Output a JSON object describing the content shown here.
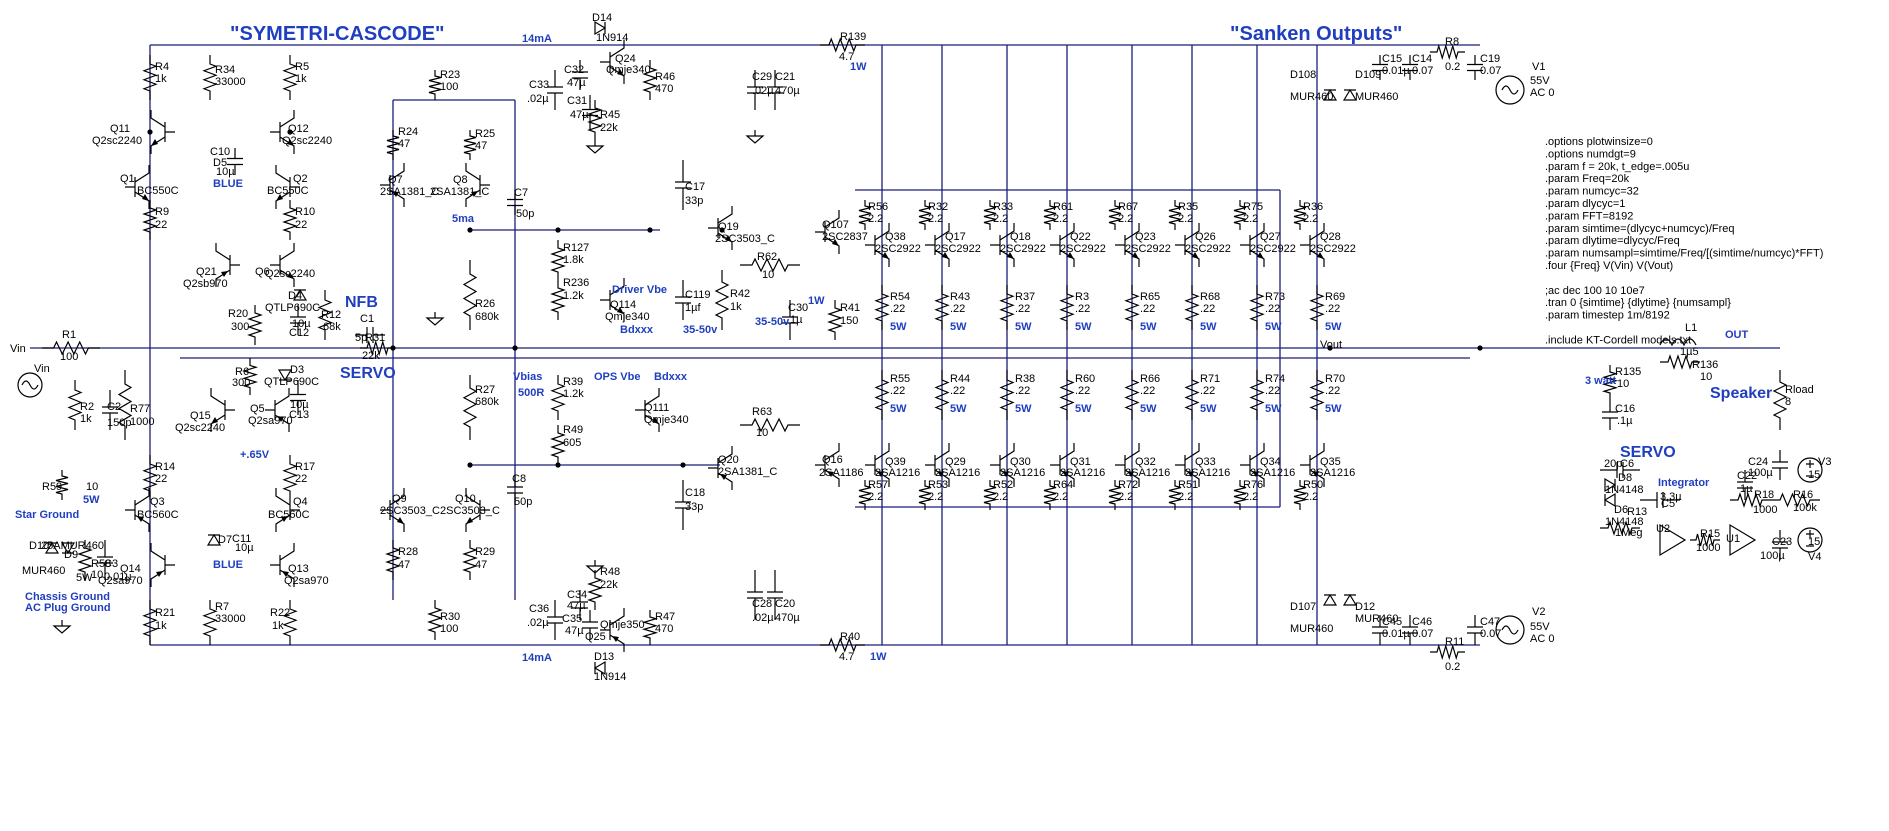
{
  "titles": {
    "main": "\"SYMETRI-CASCODE\"",
    "outputs": "\"Sanken Outputs\"",
    "nfb": "NFB",
    "servo_left": "SERVO",
    "servo_right": "SERVO",
    "speaker": "Speaker"
  },
  "blue_notes": [
    {
      "id": "i14a",
      "text": "14mA"
    },
    {
      "id": "i14b",
      "text": "14mA"
    },
    {
      "id": "ma5",
      "text": "5ma"
    },
    {
      "id": "v3550a",
      "text": "35-50v"
    },
    {
      "id": "v3550b",
      "text": "35-50v"
    },
    {
      "id": "w1a",
      "text": "1W"
    },
    {
      "id": "w1b",
      "text": "1W"
    },
    {
      "id": "w1c",
      "text": "1W"
    },
    {
      "id": "drv",
      "text": "Driver Vbe"
    },
    {
      "id": "bdx1",
      "text": "Bdxxx"
    },
    {
      "id": "bdx2",
      "text": "Bdxxx"
    },
    {
      "id": "vbias",
      "text": "Vbias"
    },
    {
      "id": "r500",
      "text": "500R"
    },
    {
      "id": "opsvbe",
      "text": "OPS Vbe"
    },
    {
      "id": "v065",
      "text": "+.65V"
    },
    {
      "id": "w5",
      "text": "5W"
    },
    {
      "id": "w5b",
      "text": "5W"
    },
    {
      "id": "watt3",
      "text": "3 watt"
    },
    {
      "id": "star",
      "text": "Star Ground"
    },
    {
      "id": "chassis",
      "text": "Chassis Ground"
    },
    {
      "id": "acplug",
      "text": "AC Plug Ground"
    },
    {
      "id": "out",
      "text": "OUT"
    },
    {
      "id": "integ",
      "text": "Integrator"
    },
    {
      "id": "blue1",
      "text": "BLUE"
    },
    {
      "id": "blue2",
      "text": "BLUE"
    }
  ],
  "directives": [
    ".options plotwinsize=0",
    ".options numdgt=9",
    ".param f = 20k, t_edge=.005u",
    ".param Freq=20k",
    ".param numcyc=32",
    ".param dlycyc=1",
    ".param FFT=8192",
    ".param simtime=(dlycyc+numcyc)/Freq",
    ".param dlytime=dlycyc/Freq",
    ".param numsampl=simtime/Freq/[(simtime/numcyc)*FFT)",
    ".four {Freq} V(Vin) V(Vout)",
    "",
    ";ac dec 100 10 10e7",
    ".tran 0 {simtime} {dlytime} {numsampl}",
    " .param timestep 1m/8192",
    "",
    ".include KT-Cordell models.txt"
  ],
  "output_stage": {
    "upper_emitter_r": [
      "R56",
      "R32",
      "R33",
      "R61",
      "R67",
      "R35",
      "R75",
      "R36"
    ],
    "upper_transistors": [
      "Q38",
      "Q17",
      "Q18",
      "Q22",
      "Q23",
      "Q26",
      "Q27",
      "Q28"
    ],
    "upper_ballast": [
      "R54",
      "R43",
      "R37",
      "R3",
      "R65",
      "R68",
      "R73",
      "R69"
    ],
    "lower_ballast": [
      "R55",
      "R44",
      "R38",
      "R60",
      "R66",
      "R71",
      "R74",
      "R70"
    ],
    "lower_transistors": [
      "Q39",
      "Q29",
      "Q30",
      "Q31",
      "Q32",
      "Q33",
      "Q34",
      "Q35"
    ],
    "lower_emitter_r": [
      "R57",
      "R53",
      "R52",
      "R64",
      "R72",
      "R51",
      "R76",
      "R50"
    ],
    "npn_model": "2SC2922",
    "pnp_model": "2SA1216",
    "emitter_value": "2.2",
    "ballast_value": ".22",
    "ballast_power": "5W"
  },
  "labels": [
    {
      "id": "R4",
      "text": "R4"
    },
    {
      "id": "R4v",
      "text": "1k"
    },
    {
      "id": "R34",
      "text": "R34"
    },
    {
      "id": "R34v",
      "text": "33000"
    },
    {
      "id": "R5",
      "text": "R5"
    },
    {
      "id": "R5v",
      "text": "1k"
    },
    {
      "id": "R23",
      "text": "R23"
    },
    {
      "id": "R23v",
      "text": "100"
    },
    {
      "id": "R24",
      "text": "R24"
    },
    {
      "id": "R24v",
      "text": "47"
    },
    {
      "id": "R25",
      "text": "R25"
    },
    {
      "id": "R25v",
      "text": "47"
    },
    {
      "id": "Q11",
      "text": "Q11"
    },
    {
      "id": "Q11m",
      "text": "Q2sc2240"
    },
    {
      "id": "Q12",
      "text": "Q12"
    },
    {
      "id": "Q12m",
      "text": "Q2sc2240"
    },
    {
      "id": "C10",
      "text": "C10"
    },
    {
      "id": "D5",
      "text": "D5"
    },
    {
      "id": "D5v",
      "text": "10µ"
    },
    {
      "id": "Q1",
      "text": "Q1"
    },
    {
      "id": "Q1m",
      "text": "BC550C"
    },
    {
      "id": "Q2",
      "text": "Q2"
    },
    {
      "id": "Q2m",
      "text": "BC550C"
    },
    {
      "id": "R9",
      "text": "R9"
    },
    {
      "id": "R9v",
      "text": "22"
    },
    {
      "id": "R10",
      "text": "R10"
    },
    {
      "id": "R10v",
      "text": "22"
    },
    {
      "id": "Q7",
      "text": "Q7"
    },
    {
      "id": "Q7m",
      "text": "2SA1381_C"
    },
    {
      "id": "Q8",
      "text": "Q8"
    },
    {
      "id": "Q8m",
      "text": "2SA1381_C"
    },
    {
      "id": "C7",
      "text": "C7"
    },
    {
      "id": "C7v",
      "text": "50p"
    },
    {
      "id": "Q21",
      "text": "Q21"
    },
    {
      "id": "Q21m",
      "text": "Q2sb970"
    },
    {
      "id": "Q6",
      "text": "Q6"
    },
    {
      "id": "Q6m",
      "text": "Q2sc2240"
    },
    {
      "id": "D4",
      "text": "D4"
    },
    {
      "id": "D4m",
      "text": "QTLP690C"
    },
    {
      "id": "R12",
      "text": "R12"
    },
    {
      "id": "R12v",
      "text": "68k"
    },
    {
      "id": "C12",
      "text": "C12"
    },
    {
      "id": "C12v",
      "text": "10µ"
    },
    {
      "id": "R20",
      "text": "R20"
    },
    {
      "id": "R20v",
      "text": "300"
    },
    {
      "id": "C1",
      "text": "C1"
    },
    {
      "id": "C1v",
      "text": "5p"
    },
    {
      "id": "R31",
      "text": "R31"
    },
    {
      "id": "R31v",
      "text": "22k"
    },
    {
      "id": "Vin",
      "text": "Vin"
    },
    {
      "id": "Vinsrc",
      "text": "Vin"
    },
    {
      "id": "R1",
      "text": "R1"
    },
    {
      "id": "R1v",
      "text": "100"
    },
    {
      "id": "R2",
      "text": "R2"
    },
    {
      "id": "R2v",
      "text": "1k"
    },
    {
      "id": "C2",
      "text": "C2"
    },
    {
      "id": "C2v",
      "text": "150p"
    },
    {
      "id": "R77",
      "text": "R77"
    },
    {
      "id": "R77v",
      "text": "1000"
    },
    {
      "id": "R6",
      "text": "R6"
    },
    {
      "id": "R6v",
      "text": "300"
    },
    {
      "id": "D3",
      "text": "D3"
    },
    {
      "id": "D3m",
      "text": "QTLP690C"
    },
    {
      "id": "C13",
      "text": "C13"
    },
    {
      "id": "C13v",
      "text": "10µ"
    },
    {
      "id": "Q15",
      "text": "Q15"
    },
    {
      "id": "Q15m",
      "text": "Q2sc2240"
    },
    {
      "id": "Q5",
      "text": "Q5"
    },
    {
      "id": "Q5m",
      "text": "Q2sa970"
    },
    {
      "id": "R14",
      "text": "R14"
    },
    {
      "id": "R14v",
      "text": "22"
    },
    {
      "id": "R17",
      "text": "R17"
    },
    {
      "id": "R17v",
      "text": "22"
    },
    {
      "id": "Q3",
      "text": "Q3"
    },
    {
      "id": "Q3m",
      "text": "BC560C"
    },
    {
      "id": "Q4",
      "text": "Q4"
    },
    {
      "id": "Q4m",
      "text": "BC560C"
    },
    {
      "id": "D7",
      "text": "D7"
    },
    {
      "id": "C11",
      "text": "C11"
    },
    {
      "id": "C11v",
      "text": "10µ"
    },
    {
      "id": "Q14",
      "text": "Q14"
    },
    {
      "id": "Q14m",
      "text": "Q2sa970"
    },
    {
      "id": "Q13",
      "text": "Q13"
    },
    {
      "id": "Q13m",
      "text": "Q2sa970"
    },
    {
      "id": "R21",
      "text": "R21"
    },
    {
      "id": "R21v",
      "text": "1k"
    },
    {
      "id": "R7",
      "text": "R7"
    },
    {
      "id": "R7v",
      "text": "33000"
    },
    {
      "id": "R22",
      "text": "R22"
    },
    {
      "id": "R22v",
      "text": "1k"
    },
    {
      "id": "R59",
      "text": "R59"
    },
    {
      "id": "R59v",
      "text": "10"
    },
    {
      "id": "D10",
      "text": "D10"
    },
    {
      "id": "D10m",
      "text": "25AMUR460"
    },
    {
      "id": "D9",
      "text": "D9"
    },
    {
      "id": "D9m",
      "text": "MUR460"
    },
    {
      "id": "R58",
      "text": "R58"
    },
    {
      "id": "R58v",
      "text": "5W"
    },
    {
      "id": "R58n",
      "text": "10"
    },
    {
      "id": "C3",
      "text": "C3"
    },
    {
      "id": "C3v",
      "text": "0.01µ"
    },
    {
      "id": "R26",
      "text": "R26"
    },
    {
      "id": "R26v",
      "text": "680k"
    },
    {
      "id": "R27",
      "text": "R27"
    },
    {
      "id": "R27v",
      "text": "680k"
    },
    {
      "id": "Q9",
      "text": "Q9"
    },
    {
      "id": "Q9m",
      "text": "2SC3503_C"
    },
    {
      "id": "Q10",
      "text": "Q10"
    },
    {
      "id": "Q10m",
      "text": "2SC3503_C"
    },
    {
      "id": "C8",
      "text": "C8"
    },
    {
      "id": "C8v",
      "text": "50p"
    },
    {
      "id": "R28",
      "text": "R28"
    },
    {
      "id": "R28v",
      "text": "47"
    },
    {
      "id": "R29",
      "text": "R29"
    },
    {
      "id": "R29v",
      "text": "47"
    },
    {
      "id": "R30",
      "text": "R30"
    },
    {
      "id": "R30v",
      "text": "100"
    },
    {
      "id": "D14",
      "text": "D14"
    },
    {
      "id": "D14m",
      "text": "1N914"
    },
    {
      "id": "C33",
      "text": "C33"
    },
    {
      "id": "C33v",
      "text": ".02µ"
    },
    {
      "id": "C32",
      "text": "C32"
    },
    {
      "id": "C32v",
      "text": "47µ"
    },
    {
      "id": "Q24",
      "text": "Q24"
    },
    {
      "id": "Q24m",
      "text": "Qmje340"
    },
    {
      "id": "R46",
      "text": "R46"
    },
    {
      "id": "R46v",
      "text": "470"
    },
    {
      "id": "C31",
      "text": "C31"
    },
    {
      "id": "C31v",
      "text": "47µ"
    },
    {
      "id": "R45",
      "text": "R45"
    },
    {
      "id": "R45v",
      "text": "22k"
    },
    {
      "id": "R127",
      "text": "R127"
    },
    {
      "id": "R127v",
      "text": "1.8k"
    },
    {
      "id": "R236",
      "text": "R236"
    },
    {
      "id": "R236v",
      "text": "1.2k"
    },
    {
      "id": "Q114",
      "text": "Q114"
    },
    {
      "id": "Q114m",
      "text": "Qmje340"
    },
    {
      "id": "R39",
      "text": "R39"
    },
    {
      "id": "R39v",
      "text": "1.2k"
    },
    {
      "id": "R49",
      "text": "R49"
    },
    {
      "id": "R49v",
      "text": "605"
    },
    {
      "id": "Q111",
      "text": "Q111"
    },
    {
      "id": "Q111m",
      "text": "Qmje340"
    },
    {
      "id": "C36",
      "text": "C36"
    },
    {
      "id": "C36v",
      "text": ".02µ"
    },
    {
      "id": "C34",
      "text": "C34"
    },
    {
      "id": "C34v",
      "text": "47µ"
    },
    {
      "id": "C35",
      "text": "C35"
    },
    {
      "id": "C35v",
      "text": "47µ"
    },
    {
      "id": "R48",
      "text": "R48"
    },
    {
      "id": "R48v",
      "text": "22k"
    },
    {
      "id": "Q25",
      "text": "Q25"
    },
    {
      "id": "Q25m",
      "text": "Qmje350"
    },
    {
      "id": "R47",
      "text": "R47"
    },
    {
      "id": "R47v",
      "text": "470"
    },
    {
      "id": "D13",
      "text": "D13"
    },
    {
      "id": "D13m",
      "text": "1N914"
    },
    {
      "id": "C17",
      "text": "C17"
    },
    {
      "id": "C17v",
      "text": "33p"
    },
    {
      "id": "C119",
      "text": "C119"
    },
    {
      "id": "C119v",
      "text": "1µf"
    },
    {
      "id": "C18",
      "text": "C18"
    },
    {
      "id": "C18v",
      "text": "33p"
    },
    {
      "id": "Q19",
      "text": "Q19"
    },
    {
      "id": "Q19m",
      "text": "2SC3503_C"
    },
    {
      "id": "Q20",
      "text": "Q20"
    },
    {
      "id": "Q20m",
      "text": "2SA1381_C"
    },
    {
      "id": "R42",
      "text": "R42"
    },
    {
      "id": "R42v",
      "text": "1k"
    },
    {
      "id": "R62",
      "text": "R62"
    },
    {
      "id": "R62v",
      "text": "10"
    },
    {
      "id": "R63",
      "text": "R63"
    },
    {
      "id": "R63v",
      "text": "10"
    },
    {
      "id": "C29",
      "text": "C29"
    },
    {
      "id": "C29v",
      "text": ".02µ"
    },
    {
      "id": "C21",
      "text": "C21"
    },
    {
      "id": "C21v",
      "text": "470µ"
    },
    {
      "id": "C28",
      "text": "C28"
    },
    {
      "id": "C28v",
      "text": ".02µ"
    },
    {
      "id": "C20",
      "text": "C20"
    },
    {
      "id": "C20v",
      "text": "470µ"
    },
    {
      "id": "C30",
      "text": "C30"
    },
    {
      "id": "C30v",
      "text": "1µ"
    },
    {
      "id": "R41",
      "text": "R41"
    },
    {
      "id": "R41v",
      "text": "150"
    },
    {
      "id": "Q107",
      "text": "Q107"
    },
    {
      "id": "Q107m",
      "text": "2SC2837"
    },
    {
      "id": "Q16",
      "text": "Q16"
    },
    {
      "id": "Q16m",
      "text": "2SA1186"
    },
    {
      "id": "R139",
      "text": "R139"
    },
    {
      "id": "R139v",
      "text": "4.7"
    },
    {
      "id": "R40",
      "text": "R40"
    },
    {
      "id": "R40v",
      "text": "4.7"
    },
    {
      "id": "D108",
      "text": "D108"
    },
    {
      "id": "D108m",
      "text": "MUR460"
    },
    {
      "id": "D109",
      "text": "D109"
    },
    {
      "id": "D109m",
      "text": "MUR460"
    },
    {
      "id": "C15",
      "text": "C15"
    },
    {
      "id": "C15v",
      "text": "0.01µ"
    },
    {
      "id": "C14",
      "text": "C14"
    },
    {
      "id": "C14v",
      "text": "0.07"
    },
    {
      "id": "R8",
      "text": "R8"
    },
    {
      "id": "R8v",
      "text": "0.2"
    },
    {
      "id": "C19",
      "text": "C19"
    },
    {
      "id": "C19v",
      "text": "0.07"
    },
    {
      "id": "V1",
      "text": "V1"
    },
    {
      "id": "V1v",
      "text": "55V"
    },
    {
      "id": "V1ac",
      "text": "AC 0"
    },
    {
      "id": "D107",
      "text": "D107"
    },
    {
      "id": "D107m",
      "text": "MUR460"
    },
    {
      "id": "D12",
      "text": "D12"
    },
    {
      "id": "D12m",
      "text": "MUR460"
    },
    {
      "id": "C45",
      "text": "C45"
    },
    {
      "id": "C45v",
      "text": "0.01µ"
    },
    {
      "id": "C46",
      "text": "C46"
    },
    {
      "id": "C46v",
      "text": "0.07"
    },
    {
      "id": "R11",
      "text": "R11"
    },
    {
      "id": "R11v",
      "text": "0.2"
    },
    {
      "id": "C47",
      "text": "C47"
    },
    {
      "id": "C47v",
      "text": "0.07"
    },
    {
      "id": "V2",
      "text": "V2"
    },
    {
      "id": "V2v",
      "text": "55V"
    },
    {
      "id": "V2ac",
      "text": "AC 0"
    },
    {
      "id": "L1",
      "text": "L1"
    },
    {
      "id": "L1v",
      "text": "1µ5"
    },
    {
      "id": "R136",
      "text": "R136"
    },
    {
      "id": "R136v",
      "text": "10"
    },
    {
      "id": "Vout",
      "text": "Vout"
    },
    {
      "id": "R135",
      "text": "R135"
    },
    {
      "id": "R135v",
      "text": "10"
    },
    {
      "id": "C16",
      "text": "C16"
    },
    {
      "id": "C16v",
      "text": ".1µ"
    },
    {
      "id": "Rload",
      "text": "Rload"
    },
    {
      "id": "Rloadv",
      "text": "8"
    },
    {
      "id": "C6",
      "text": "C6"
    },
    {
      "id": "C6v",
      "text": "20p"
    },
    {
      "id": "D8",
      "text": "D8"
    },
    {
      "id": "D8m",
      "text": "1N4148"
    },
    {
      "id": "D6",
      "text": "D6"
    },
    {
      "id": "D6m",
      "text": "1N4148"
    },
    {
      "id": "C5",
      "text": "C5"
    },
    {
      "id": "C5v",
      "text": "3.3µ"
    },
    {
      "id": "C22",
      "text": "C22"
    },
    {
      "id": "C22v",
      "text": "1µ"
    },
    {
      "id": "C24",
      "text": "C24"
    },
    {
      "id": "C24v",
      "text": "100µ"
    },
    {
      "id": "V3",
      "text": "V3"
    },
    {
      "id": "V3v",
      "text": "15"
    },
    {
      "id": "R13",
      "text": "R13"
    },
    {
      "id": "R13v",
      "text": "1Meg"
    },
    {
      "id": "R18",
      "text": "R18"
    },
    {
      "id": "R18v",
      "text": "1000"
    },
    {
      "id": "R16",
      "text": "R16"
    },
    {
      "id": "R16v",
      "text": "100k"
    },
    {
      "id": "U2",
      "text": "U2"
    },
    {
      "id": "U1",
      "text": "U1"
    },
    {
      "id": "R15",
      "text": "R15"
    },
    {
      "id": "R15v",
      "text": "1000"
    },
    {
      "id": "C23",
      "text": "C23"
    },
    {
      "id": "C23v",
      "text": "100µ"
    },
    {
      "id": "V4",
      "text": "V4"
    },
    {
      "id": "V4v",
      "text": "15"
    }
  ]
}
